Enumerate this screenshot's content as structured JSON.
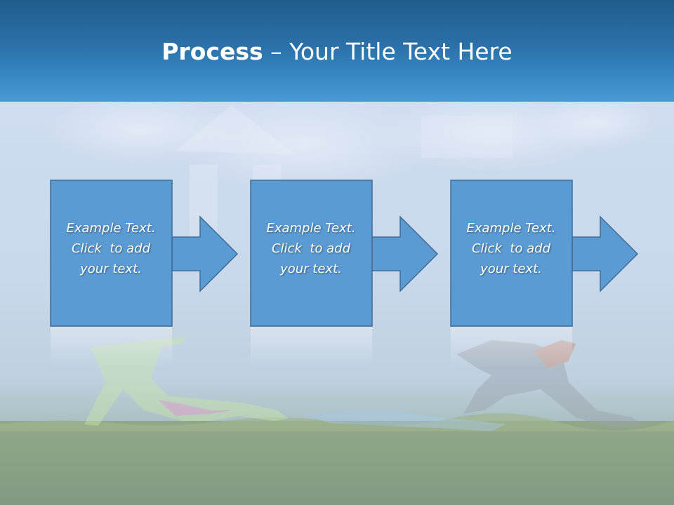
{
  "title": {
    "bold": "Process",
    "rest": " – Your Title Text Here"
  },
  "steps": [
    {
      "line1": "Example Text.",
      "line2": "Click  to add",
      "line3": "your text."
    },
    {
      "line1": "Example Text.",
      "line2": "Click  to add",
      "line3": "your text."
    },
    {
      "line1": "Example Text.",
      "line2": "Click  to add",
      "line3": "your text."
    }
  ],
  "colors": {
    "header": "#2a71a8",
    "box_fill": "#5b9bd3",
    "box_border": "#3e6c98",
    "text": "#ffffff"
  },
  "icons": [
    "right-arrow-icon"
  ]
}
